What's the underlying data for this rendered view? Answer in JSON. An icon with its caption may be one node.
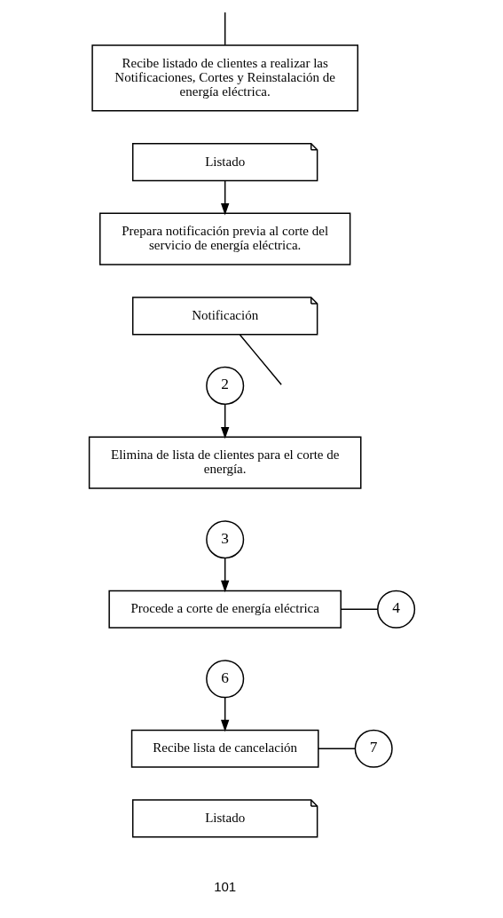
{
  "diagram": {
    "nodes": [
      {
        "text": [
          "Recibe listado de clientes a realizar las Notificaciones, Cortes y Reinstalación de energía eléctrica."
        ]
      },
      {
        "text": [
          "Listado"
        ]
      },
      {
        "text": [
          "Prepara notificación previa al corte del servicio de energía eléctrica."
        ]
      },
      {
        "text": [
          "Notificación"
        ]
      },
      {
        "text": [
          "2"
        ]
      },
      {
        "text": [
          "Elimina de lista de clientes para el corte de energía."
        ]
      },
      {
        "text": [
          "3"
        ]
      },
      {
        "text": [
          "Procede a corte de energía eléctrica"
        ]
      },
      {
        "text": [
          "4"
        ]
      },
      {
        "text": [
          "6"
        ]
      },
      {
        "text": [
          "Recibe lista de cancelación"
        ]
      },
      {
        "text": [
          "Listado"
        ]
      },
      {
        "text": [
          "7"
        ]
      }
    ],
    "edges": [
      {
        "from": null,
        "to": 0,
        "arrow": "none"
      },
      {
        "from": 1,
        "to": 2,
        "arrow": "to"
      },
      {
        "from": 3,
        "to": null,
        "arrow": "none"
      },
      {
        "from": 4,
        "to": 5,
        "arrow": "to"
      },
      {
        "from": 6,
        "to": 7,
        "arrow": "to"
      },
      {
        "from": 7,
        "to": 8,
        "arrow": "none"
      },
      {
        "from": 9,
        "to": 10,
        "arrow": "to"
      },
      {
        "from": 10,
        "to": 12,
        "arrow": "none"
      }
    ],
    "labels": [
      "101"
    ]
  }
}
